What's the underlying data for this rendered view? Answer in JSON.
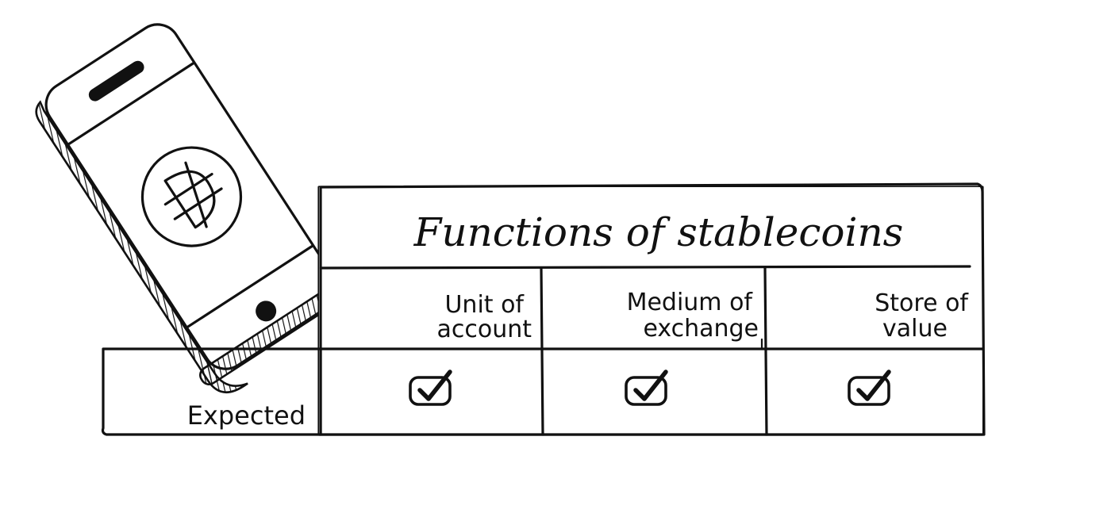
{
  "title": "Functions of stablecoins",
  "columns": [
    {
      "line1": "Unit of",
      "line2": "account"
    },
    {
      "line1": "Medium of",
      "line2": "exchange"
    },
    {
      "line1": "Store of",
      "line2": "value"
    }
  ],
  "rows": [
    {
      "label": "Expected",
      "checks": [
        true,
        true,
        true
      ]
    }
  ],
  "icons": {
    "phone": "smartphone-icon",
    "coin": "stablecoin-symbol-icon",
    "check": "checkbox-checked-icon"
  }
}
